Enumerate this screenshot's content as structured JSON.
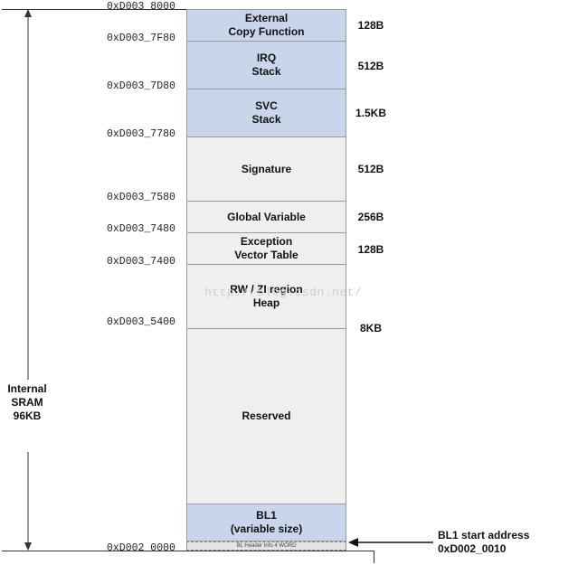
{
  "addresses": [
    "0xD003_8000",
    "0xD003_7F80",
    "0xD003_7D80",
    "0xD003_7780",
    "0xD003_7580",
    "0xD003_7480",
    "0xD003_7400",
    "0xD003_5400",
    "0xD002_0000"
  ],
  "segments": {
    "external_copy": {
      "line1": "External",
      "line2": "Copy Function",
      "size": "128B"
    },
    "irq_stack": {
      "line1": "IRQ",
      "line2": "Stack",
      "size": "512B"
    },
    "svc_stack": {
      "line1": "SVC",
      "line2": "Stack",
      "size": "1.5KB"
    },
    "signature": {
      "line1": "Signature",
      "size": "512B"
    },
    "global_variable": {
      "line1": "Global Variable",
      "size": "256B"
    },
    "exception_vector": {
      "line1": "Exception",
      "line2": "Vector Table",
      "size": "128B"
    },
    "rw_zi_heap": {
      "line1": "RW / ZI region",
      "line2": "Heap",
      "size": "8KB"
    },
    "reserved": {
      "line1": "Reserved"
    },
    "bl1": {
      "line1": "BL1",
      "line2": "(variable size)"
    },
    "bl_header": {
      "line1": "BL Header Info 4 WORD"
    }
  },
  "sram": {
    "line1": "Internal",
    "line2": "SRAM",
    "line3": "96KB"
  },
  "bl1_start": {
    "line1": "BL1 start address",
    "line2": "0xD002_0010"
  },
  "watermark": "http://blog.csdn.net/",
  "colors": {
    "blue_region": "#c8d5ea",
    "gray_region": "#efefef",
    "line": "#333333"
  }
}
